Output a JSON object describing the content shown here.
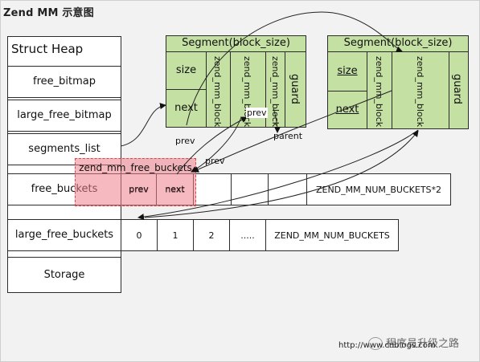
{
  "title": "Zend MM 示意图",
  "heap": {
    "title": "Struct Heap",
    "fields": [
      "free_bitmap",
      "large_free_bitmap",
      "segments_list",
      "free_buckets",
      "large_free_buckets",
      "Storage"
    ]
  },
  "segments": [
    {
      "title": "Segment(block_size)",
      "size": "size",
      "next": "next",
      "blocks": [
        "zend_mm_block",
        "zend_mm_block",
        "zend_mm_block"
      ],
      "guard": "guard"
    },
    {
      "title": "Segment(block_size)",
      "size": "size",
      "next": "next",
      "blocks": [
        "zend_mm_block",
        "zend_mm_block"
      ],
      "guard": "guard"
    }
  ],
  "free_buckets": {
    "title": "zend_mm_free_buckets",
    "prev": "prev",
    "next": "next",
    "end_label": "ZEND_MM_NUM_BUCKETS*2"
  },
  "large_free_buckets": {
    "cells": [
      "0",
      "1",
      "2",
      "....."
    ],
    "end_label": "ZEND_MM_NUM_BUCKETS"
  },
  "arrow_labels": {
    "prev_a": "prev",
    "prev_b": "prev",
    "prev_c": "prev",
    "parent": "parent"
  },
  "watermark": {
    "text": "程序员升级之路",
    "url": "http://www.cnblogs.com"
  }
}
